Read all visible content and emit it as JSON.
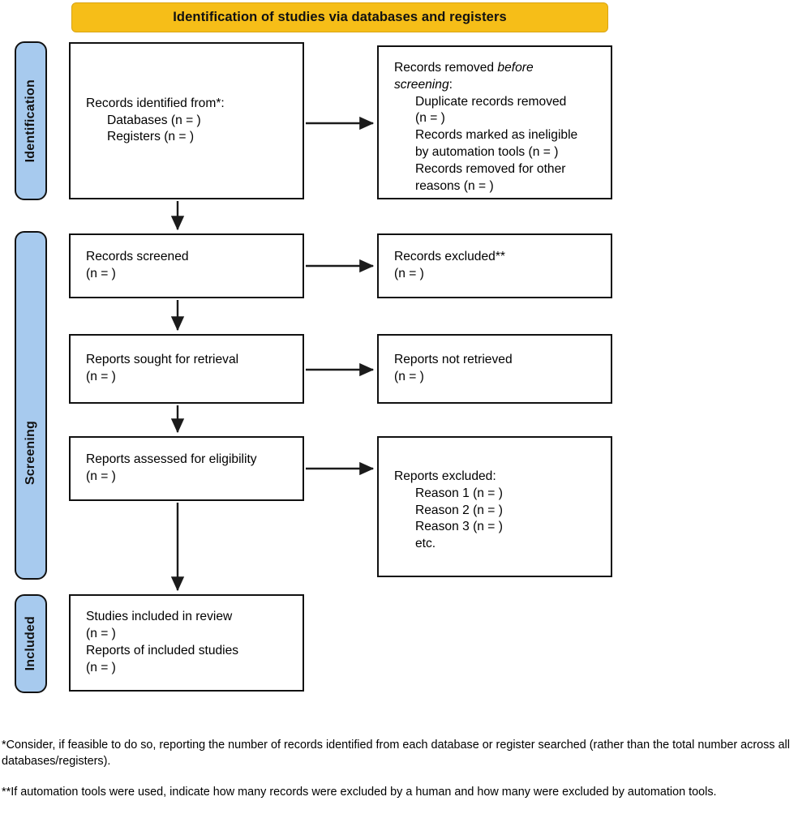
{
  "header": {
    "title": "Identification of studies via databases and registers",
    "background_color": "#F6BE18"
  },
  "stages": {
    "accent_color": "#A7CAEE",
    "identification": "Identification",
    "screening": "Screening",
    "included": "Included"
  },
  "boxes": {
    "identified": {
      "line1": "Records identified from*:",
      "line2": "Databases (n = )",
      "line3": "Registers (n = )"
    },
    "removed": {
      "line1_a": "Records removed ",
      "line1_em": "before",
      "line2_em": "screening",
      "line2_b": ":",
      "line3": "Duplicate records removed",
      "line4": "(n = )",
      "line5": "Records marked as ineligible",
      "line6": "by automation tools (n = )",
      "line7": "Records removed for other",
      "line8": "reasons (n = )"
    },
    "screened": {
      "line1": "Records screened",
      "line2": "(n = )"
    },
    "excluded_records": {
      "line1": "Records excluded**",
      "line2": "(n = )"
    },
    "sought": {
      "line1": "Reports sought for retrieval",
      "line2": "(n = )"
    },
    "not_retrieved": {
      "line1": "Reports not retrieved",
      "line2": "(n = )"
    },
    "assessed": {
      "line1": "Reports assessed for eligibility",
      "line2": "(n = )"
    },
    "excluded_reports": {
      "line1": "Reports excluded:",
      "line2": "Reason 1 (n = )",
      "line3": "Reason 2 (n = )",
      "line4": "Reason 3 (n = )",
      "line5": "etc."
    },
    "included": {
      "line1": "Studies included in review",
      "line2": "(n = )",
      "line3": "Reports of included studies",
      "line4": "(n = )"
    }
  },
  "footnotes": {
    "one": "*Consider, if feasible to do so, reporting the number of records identified from each database or register searched (rather than the total number across all databases/registers).",
    "two": "**If automation tools were used, indicate how many records were excluded by a human and how many were excluded by automation tools."
  }
}
